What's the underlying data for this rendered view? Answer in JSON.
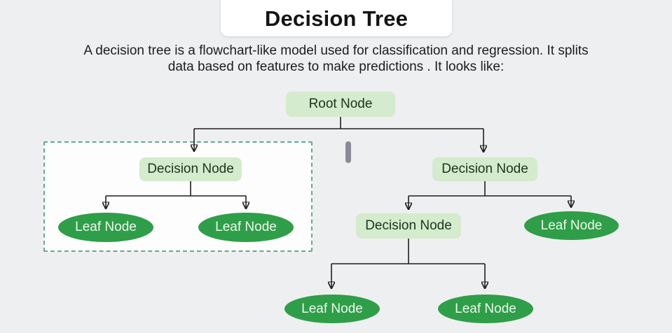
{
  "header": {
    "title": "Decision Tree"
  },
  "description": {
    "line1": "A decision tree is a flowchart-like model used for classification and regression. It splits",
    "line2": "data based on features to make predictions . It looks like:"
  },
  "tree": {
    "nodes": [
      {
        "id": "root",
        "type": "decision-box",
        "label": "Root Node"
      },
      {
        "id": "left-decision",
        "type": "decision-box",
        "label": "Decision Node"
      },
      {
        "id": "right-decision",
        "type": "decision-box",
        "label": "Decision Node"
      },
      {
        "id": "mid-decision",
        "type": "decision-box",
        "label": "Decision Node"
      },
      {
        "id": "leaf-left-1",
        "type": "leaf-ellipse",
        "label": "Leaf Node"
      },
      {
        "id": "leaf-left-2",
        "type": "leaf-ellipse",
        "label": "Leaf Node"
      },
      {
        "id": "leaf-right",
        "type": "leaf-ellipse",
        "label": "Leaf Node"
      },
      {
        "id": "leaf-bottom-1",
        "type": "leaf-ellipse",
        "label": "Leaf Node"
      },
      {
        "id": "leaf-bottom-2",
        "type": "leaf-ellipse",
        "label": "Leaf Node"
      }
    ]
  },
  "colors": {
    "page_background": "#eeeff0",
    "title_card_background": "#ffffff",
    "decision_fill": "#d4ebcd",
    "decision_text": "#20351f",
    "leaf_fill": "#2f9e48",
    "leaf_text": "#eef8ee",
    "connector": "#1f1f1f",
    "dashed_border": "#64aa8d",
    "dashed_box_background": "#fdfdfe",
    "cursor_bar": "#8b8b96"
  }
}
